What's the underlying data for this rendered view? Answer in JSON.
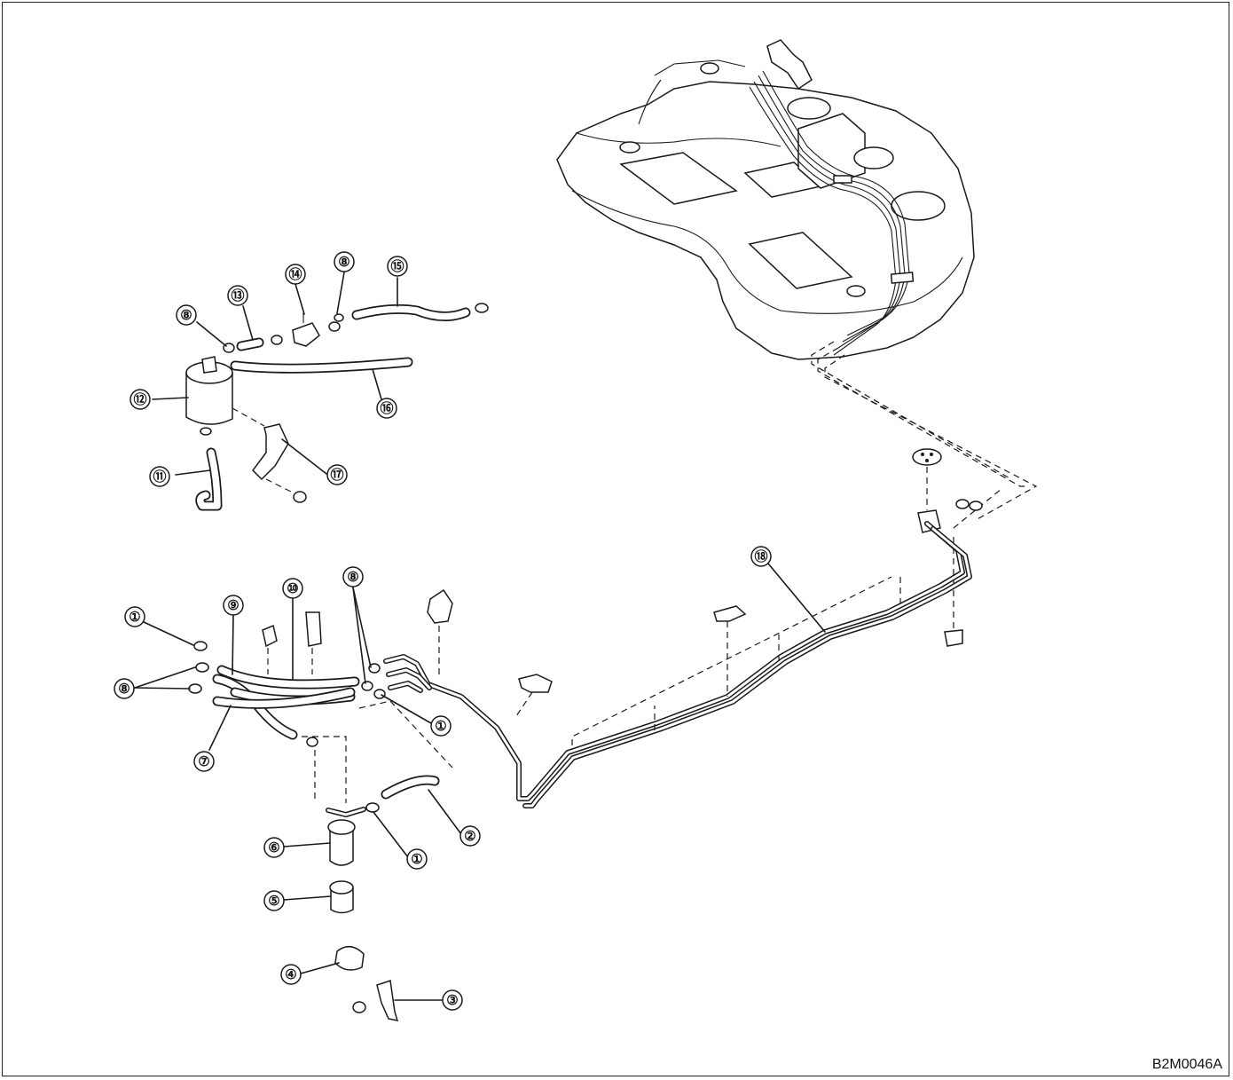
{
  "figure_code": "B2M0046A",
  "callouts": [
    {
      "id": "c1a",
      "label": "①"
    },
    {
      "id": "c1b",
      "label": "①"
    },
    {
      "id": "c1c",
      "label": "①"
    },
    {
      "id": "c2",
      "label": "②"
    },
    {
      "id": "c3",
      "label": "③"
    },
    {
      "id": "c4",
      "label": "④"
    },
    {
      "id": "c5",
      "label": "⑤"
    },
    {
      "id": "c6",
      "label": "⑥"
    },
    {
      "id": "c7",
      "label": "⑦"
    },
    {
      "id": "c8a",
      "label": "⑧"
    },
    {
      "id": "c8b",
      "label": "⑧"
    },
    {
      "id": "c8c",
      "label": "⑧"
    },
    {
      "id": "c8d",
      "label": "⑧"
    },
    {
      "id": "c9",
      "label": "⑨"
    },
    {
      "id": "c10",
      "label": "⑩"
    },
    {
      "id": "c11",
      "label": "⑪"
    },
    {
      "id": "c12",
      "label": "⑫"
    },
    {
      "id": "c13",
      "label": "⑬"
    },
    {
      "id": "c14",
      "label": "⑭"
    },
    {
      "id": "c15",
      "label": "⑮"
    },
    {
      "id": "c16",
      "label": "⑯"
    },
    {
      "id": "c17",
      "label": "⑰"
    },
    {
      "id": "c18",
      "label": "⑱"
    }
  ],
  "colors": {
    "line": "#1a1a1a",
    "fill_light": "#f4f4f4",
    "background": "#ffffff"
  }
}
